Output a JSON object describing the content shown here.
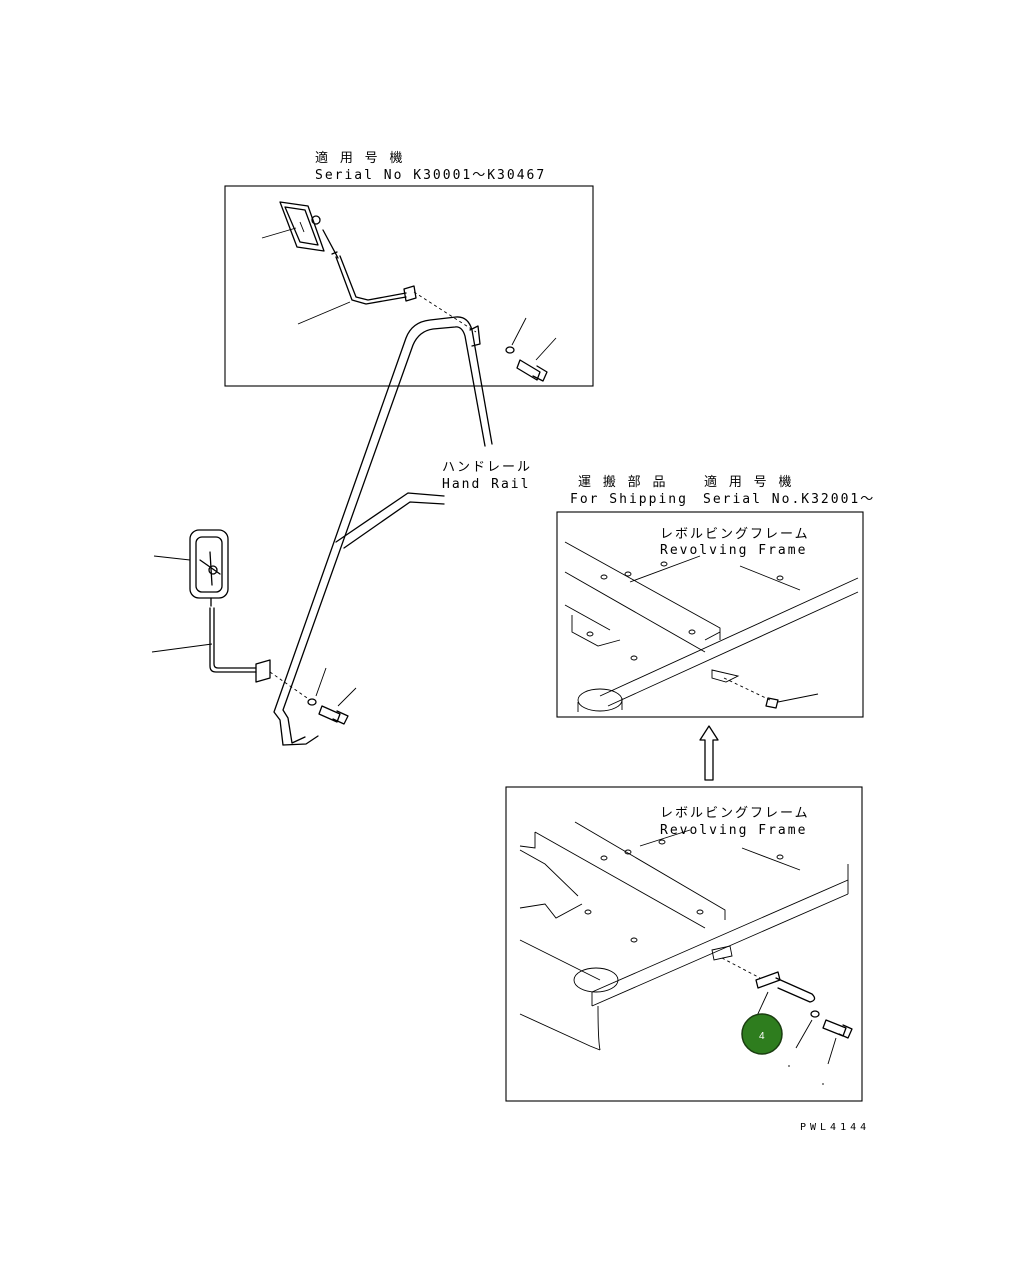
{
  "inset_top": {
    "title_jp": "適 用 号 機",
    "title_en": "Serial No K30001～K30467"
  },
  "handrail": {
    "label_jp": "ハンドレール",
    "label_en": "Hand Rail"
  },
  "shipping": {
    "label_jp": "運 搬 部 品",
    "label_en": "For Shipping",
    "serial_jp": "適 用 号 機",
    "serial_en": "Serial No.K32001～"
  },
  "frame_upper": {
    "label_jp": "レボルビングフレーム",
    "label_en": "Revolving Frame"
  },
  "frame_lower": {
    "label_jp": "レボルビングフレーム",
    "label_en": "Revolving Frame"
  },
  "callout": {
    "number": "4",
    "color": "#2e7d1e"
  },
  "drawing_code": "PWL4144"
}
